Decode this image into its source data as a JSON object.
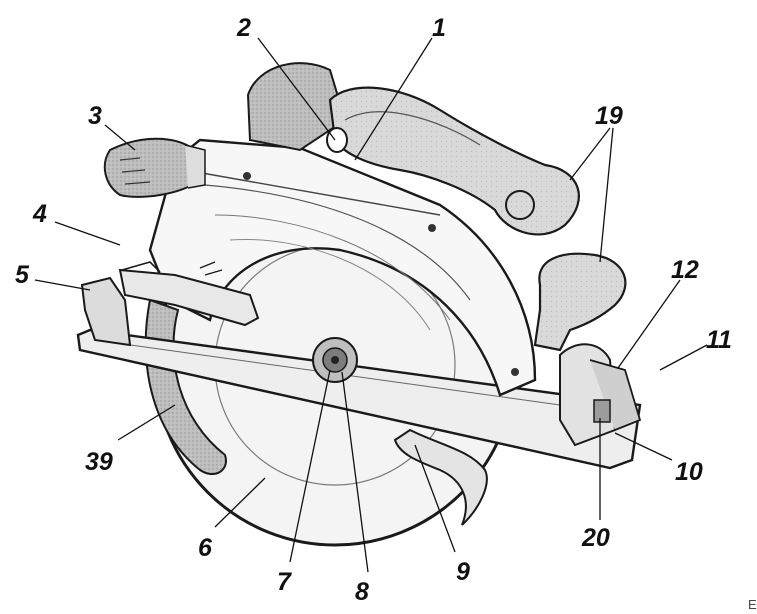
{
  "diagram": {
    "callouts": {
      "c1": "1",
      "c2": "2",
      "c3": "3",
      "c4": "4",
      "c5": "5",
      "c6": "6",
      "c7": "7",
      "c8": "8",
      "c9": "9",
      "c10": "10",
      "c11": "11",
      "c12": "12",
      "c19": "19",
      "c20": "20",
      "c39": "39"
    },
    "corner_mark": "E"
  }
}
